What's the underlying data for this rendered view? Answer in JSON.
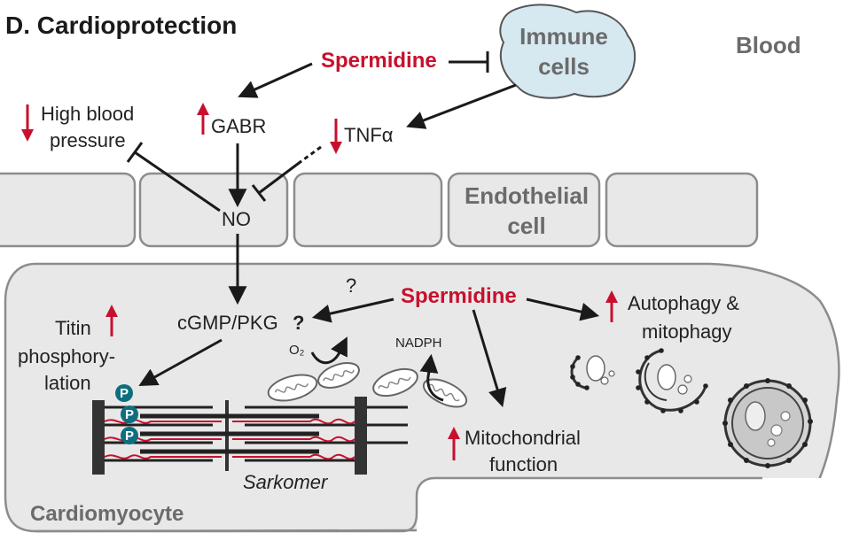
{
  "title": "D.  Cardioprotection",
  "labels": {
    "spermidine_top": "Spermidine",
    "immune_cells_1": "Immune",
    "immune_cells_2": "cells",
    "blood": "Blood",
    "high_bp_1": "High blood",
    "high_bp_2": "pressure",
    "gabr": "GABR",
    "tnf": "TNFα",
    "no": "NO",
    "endothelial_1": "Endothelial",
    "endothelial_2": "cell",
    "cgmp": "cGMP/PKG",
    "cgmp_q": "?",
    "question": "?",
    "spermidine_mid": "Spermidine",
    "autophagy_1": "Autophagy &",
    "autophagy_2": "mitophagy",
    "titin_1": "Titin",
    "titin_2": "phosphory-",
    "titin_3": "lation",
    "o2": "O₂",
    "nadph": "NADPH",
    "mito_1": "Mitochondrial",
    "mito_2": "function",
    "sarkomer": "Sarkomer",
    "cardiomyocyte": "Cardiomyocyte",
    "p": "P"
  },
  "colors": {
    "accent_red": "#c8102e",
    "cell_fill": "#e8e8e8",
    "cell_stroke": "#8c8c8c",
    "immune_fill": "#d6e8f0",
    "phospho_teal": "#0e6e7e",
    "text_dark": "#222222",
    "text_gray": "#6b6b6b"
  }
}
